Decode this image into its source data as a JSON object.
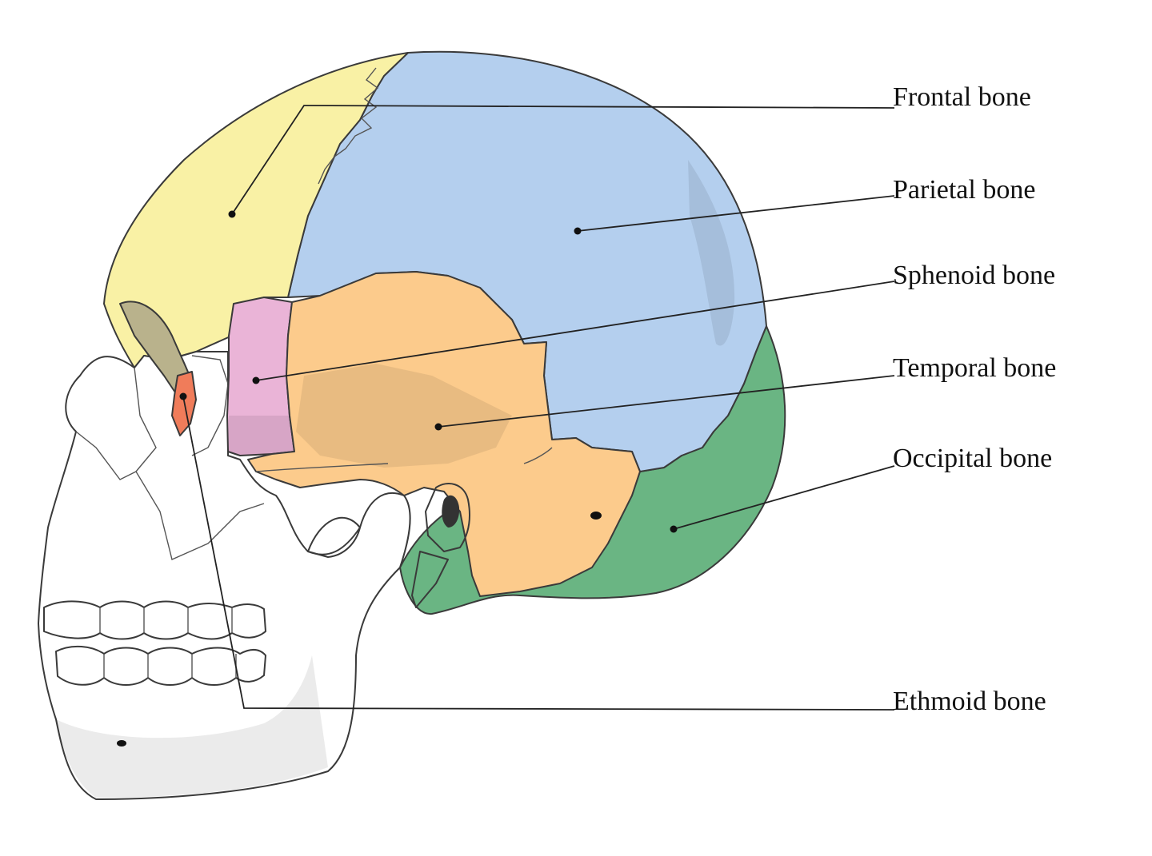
{
  "labels": {
    "frontal": "Frontal bone",
    "parietal": "Parietal bone",
    "sphenoid": "Sphenoid bone",
    "temporal": "Temporal bone",
    "occipital": "Occipital bone",
    "ethmoid": "Ethmoid bone"
  },
  "colors": {
    "frontal": "#f9f1a5",
    "parietal": "#b4cfee",
    "sphenoid": "#eab4d7",
    "temporal": "#fccb8c",
    "occipital": "#6ab583",
    "ethmoid": "#f07c5a",
    "facial": "#ffffff"
  }
}
